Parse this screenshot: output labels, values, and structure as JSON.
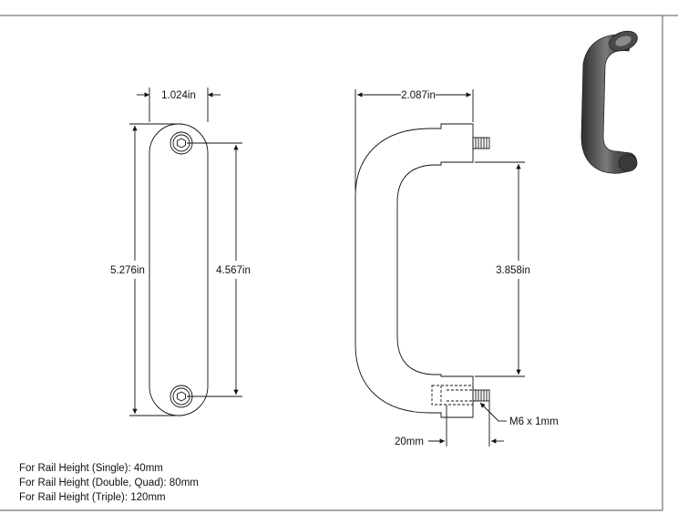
{
  "drawing": {
    "front_view": {
      "width_dim": "1.024in",
      "overall_height_dim": "5.276in",
      "hole_spacing_dim": "4.567in"
    },
    "side_view": {
      "depth_dim": "2.087in",
      "inner_span_dim": "3.858in",
      "thread_callout": "M6 x 1mm",
      "offset_dim": "20mm"
    },
    "notes": [
      "For Rail Height (Single): 40mm",
      "For Rail Height (Double, Quad): 80mm",
      "For Rail Height (Triple): 120mm"
    ],
    "colors": {
      "line": "#111111",
      "border": "#555555",
      "render_dark": "#3c3c3c",
      "render_light": "#8a8a8a"
    }
  }
}
